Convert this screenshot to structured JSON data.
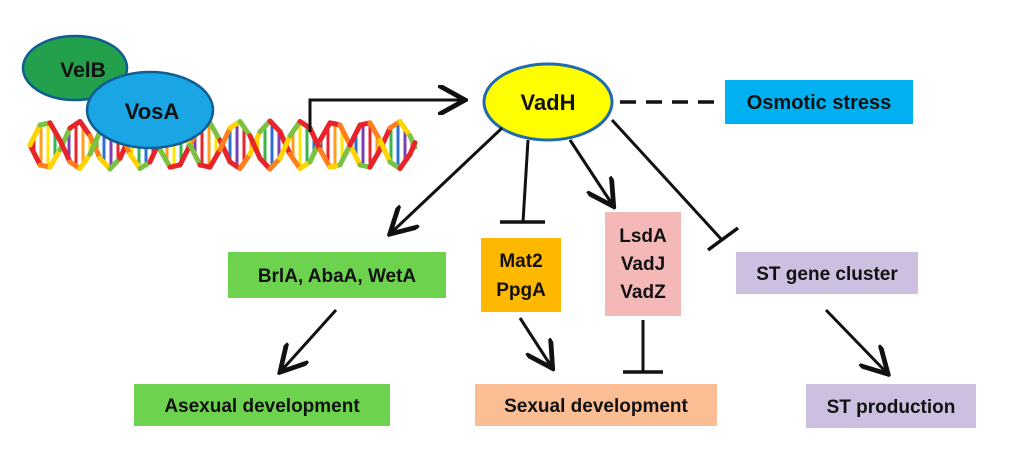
{
  "proteins": {
    "velb": "VelB",
    "vosa": "VosA",
    "vadh": "VadH"
  },
  "boxes": {
    "osmotic": "Osmotic stress",
    "brla": "BrlA, AbaA, WetA",
    "mat2_line1": "Mat2",
    "mat2_line2": "PpgA",
    "lsda_line1": "LsdA",
    "lsda_line2": "VadJ",
    "lsda_line3": "VadZ",
    "st_cluster": "ST gene cluster",
    "asexual": "Asexual development",
    "sexual": "Sexual development",
    "st_production": "ST production"
  },
  "colors": {
    "velb": "#22a04b",
    "vosa": "#1aa6e4",
    "vadh": "#ffff00",
    "osmotic": "#00b0f0",
    "green_box": "#6dd34f",
    "orange_box": "#ffb800",
    "pink_box": "#f4b8b8",
    "purple_box": "#cdbfe0",
    "peach_box": "#fbbd94"
  }
}
